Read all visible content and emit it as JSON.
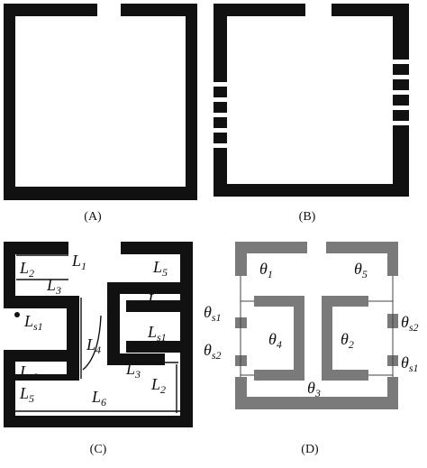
{
  "captions": {
    "a": "(A)",
    "b": "(B)",
    "c": "(C)",
    "d": "(D)"
  },
  "panel_c": {
    "L1": {
      "main": "L",
      "sub": "1"
    },
    "L2_top": {
      "main": "L",
      "sub": "2"
    },
    "L3_top": {
      "main": "L",
      "sub": "3"
    },
    "Ls1_left": {
      "main": "L",
      "sub": "s1"
    },
    "Ls2_left": {
      "main": "L",
      "sub": "s2"
    },
    "L5_left": {
      "main": "L",
      "sub": "5"
    },
    "L6": {
      "main": "L",
      "sub": "6"
    },
    "L4": {
      "main": "L",
      "sub": "4"
    },
    "L5_right": {
      "main": "L",
      "sub": "5"
    },
    "Ls2_right": {
      "main": "L",
      "sub": "s2"
    },
    "Ls1_right": {
      "main": "L",
      "sub": "s1"
    },
    "L3_bottom": {
      "main": "L",
      "sub": "3"
    },
    "L2_bottom": {
      "main": "L",
      "sub": "2"
    }
  },
  "panel_d": {
    "theta1": {
      "main": "θ",
      "sub": "1"
    },
    "theta5": {
      "main": "θ",
      "sub": "5"
    },
    "theta_s1_left": {
      "main": "θ",
      "sub": "s1"
    },
    "theta_s2_left": {
      "main": "θ",
      "sub": "s2"
    },
    "theta4": {
      "main": "θ",
      "sub": "4"
    },
    "theta2": {
      "main": "θ",
      "sub": "2"
    },
    "theta_s2_right": {
      "main": "θ",
      "sub": "s2"
    },
    "theta_s1_right": {
      "main": "θ",
      "sub": "s1"
    },
    "theta3": {
      "main": "θ",
      "sub": "3"
    }
  }
}
